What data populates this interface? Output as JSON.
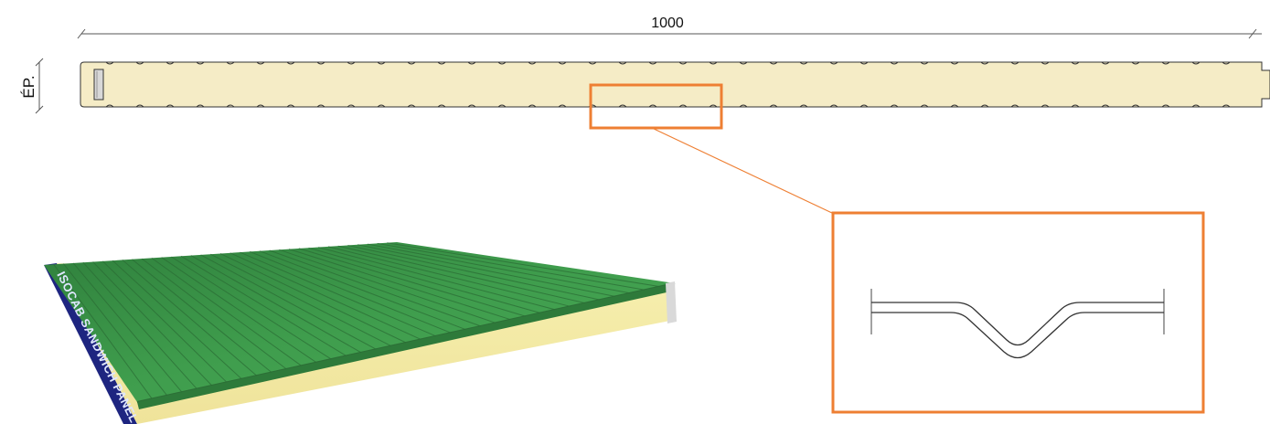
{
  "drawing": {
    "width_label": "1000",
    "thickness_label": "ÉP."
  },
  "panel_3d": {
    "side_branding": "ISOCAB SANDWICH PANEL"
  },
  "colors": {
    "foam": "#f5ecc6",
    "foam_3d": "#f7efaa",
    "steel_green": "#3f9d4d",
    "steel_green_dark": "#2f7d3b",
    "side_blue": "#1e2580",
    "highlight": "#ee7f33",
    "line": "#333333"
  }
}
